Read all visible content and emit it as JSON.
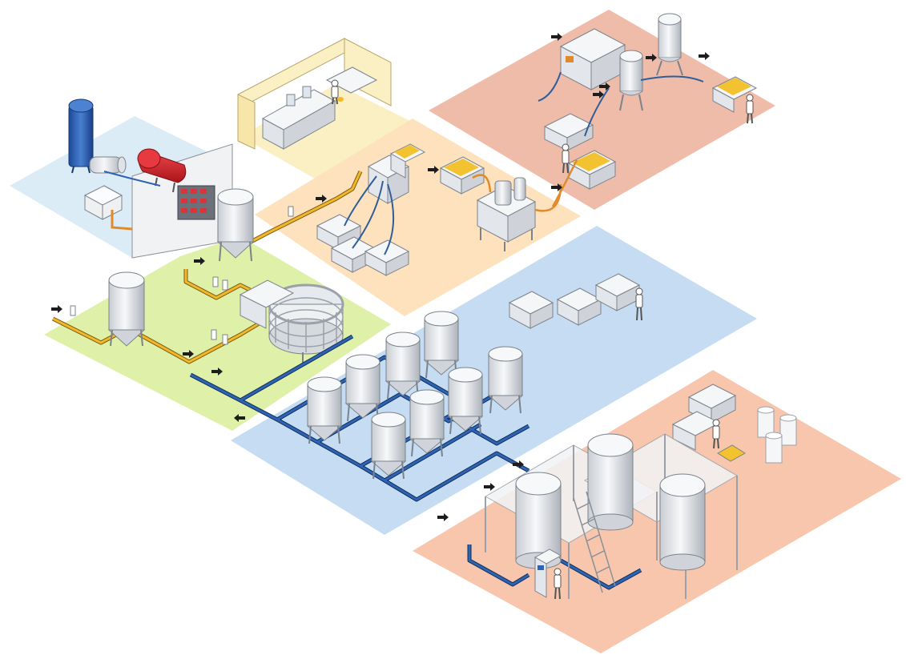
{
  "illustration": {
    "zones": [
      {
        "id": "utilities",
        "color": "#dcecf7"
      },
      {
        "id": "laboratory",
        "color": "#fbefc4"
      },
      {
        "id": "cooking-mixing",
        "color": "#dff0a8"
      },
      {
        "id": "filling-processing",
        "color": "#fde2bd"
      },
      {
        "id": "storage-fermentation",
        "color": "#c6dcf2"
      },
      {
        "id": "packaging",
        "color": "#efbcaa"
      },
      {
        "id": "cip-platform",
        "color": "#f7c6ad"
      }
    ],
    "colors": {
      "steel": "#eceef1",
      "steel_shade": "#b9bec6",
      "outline": "#7c838c",
      "pipe_yellow": "#f2b82a",
      "pipe_blue": "#1f4e8c",
      "pipe_orange": "#e08a2c",
      "compressor_blue": "#2f63b4",
      "receiver_red": "#d81f26",
      "flow_arrow": "#1d1d1d"
    },
    "icons": [
      "flow-arrow-icon",
      "operator-icon",
      "valve-icon",
      "tank-icon",
      "tote-cart-icon"
    ]
  }
}
